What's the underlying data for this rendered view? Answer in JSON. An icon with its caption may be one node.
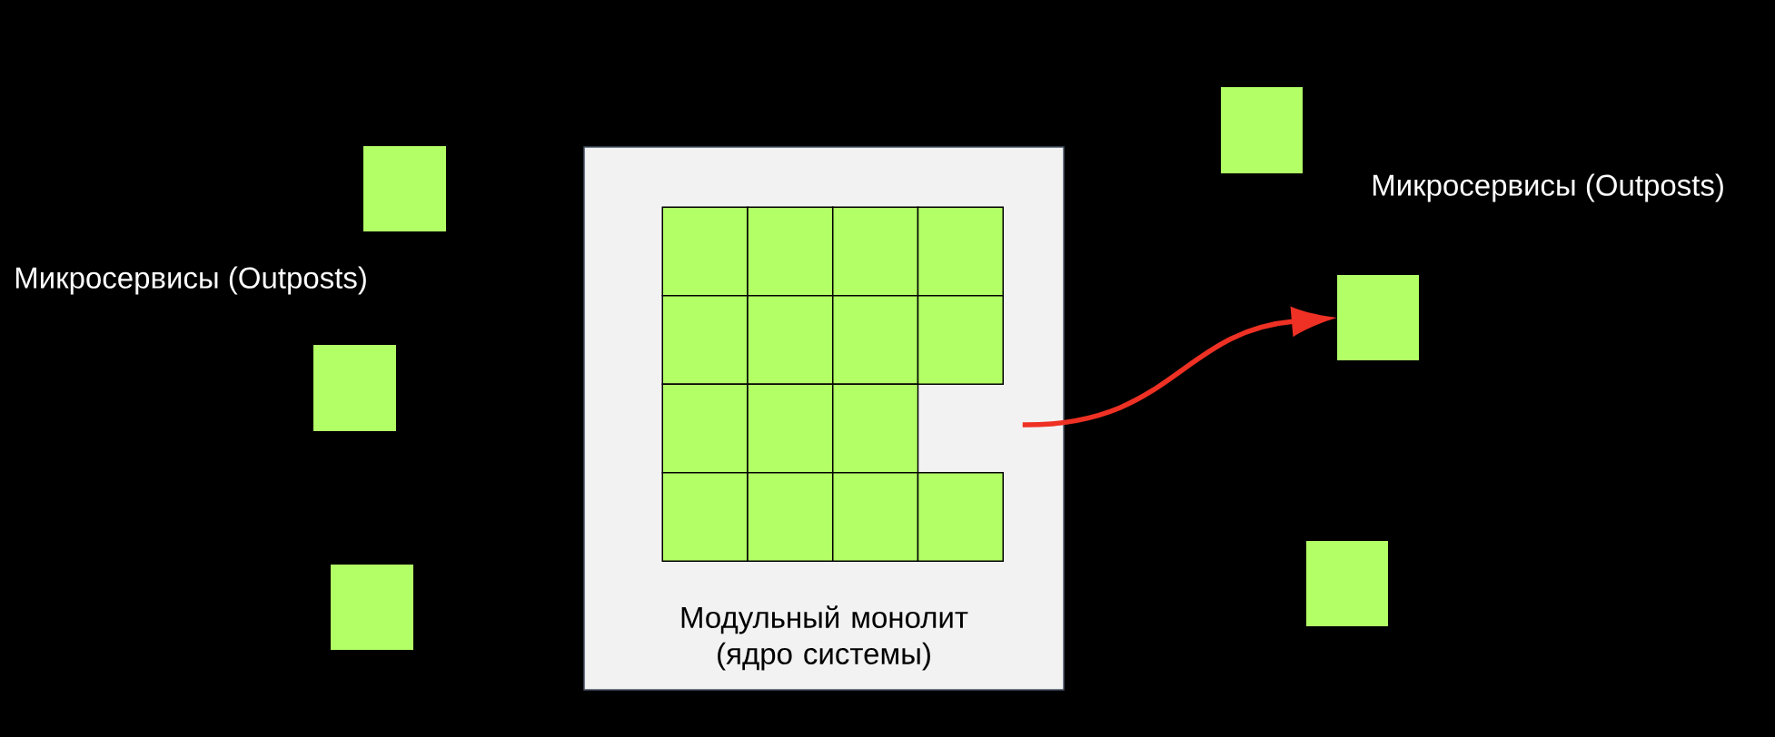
{
  "diagram": {
    "nodes": [
      {
        "text": [
          "Модульный монолит (ядро системы)"
        ]
      },
      {
        "text": [],
        "shape": "box",
        "in": 0
      },
      {
        "text": [],
        "shape": "box",
        "in": 0
      },
      {
        "text": [],
        "shape": "box",
        "in": 0
      },
      {
        "text": [],
        "shape": "box",
        "in": 0
      },
      {
        "text": [],
        "shape": "box",
        "in": 0
      },
      {
        "text": [],
        "shape": "box",
        "in": 0
      },
      {
        "text": [],
        "shape": "box",
        "in": 0
      },
      {
        "text": [],
        "shape": "box",
        "in": 0
      },
      {
        "text": [],
        "shape": "box",
        "in": 0
      },
      {
        "text": [],
        "shape": "box",
        "in": 0
      },
      {
        "text": [],
        "shape": "box",
        "in": 0
      },
      {
        "text": [],
        "shape": "box",
        "in": 0
      },
      {
        "text": [],
        "shape": "box",
        "in": 0
      },
      {
        "text": [],
        "shape": "box",
        "in": 0
      },
      {
        "text": [],
        "shape": "box",
        "in": 0
      },
      {
        "text": [],
        "shape": "box"
      },
      {
        "text": [],
        "shape": "box"
      },
      {
        "text": [],
        "shape": "box"
      },
      {
        "text": [],
        "shape": "box"
      },
      {
        "text": [],
        "shape": "box"
      },
      {
        "text": [],
        "shape": "box"
      }
    ],
    "edges": [
      {
        "from": 0,
        "to": 20,
        "arrow": "to",
        "color": "#ee3124"
      }
    ],
    "labels": [
      "Микросервисы (Outposts)",
      "Микросервисы (Outposts)"
    ]
  }
}
